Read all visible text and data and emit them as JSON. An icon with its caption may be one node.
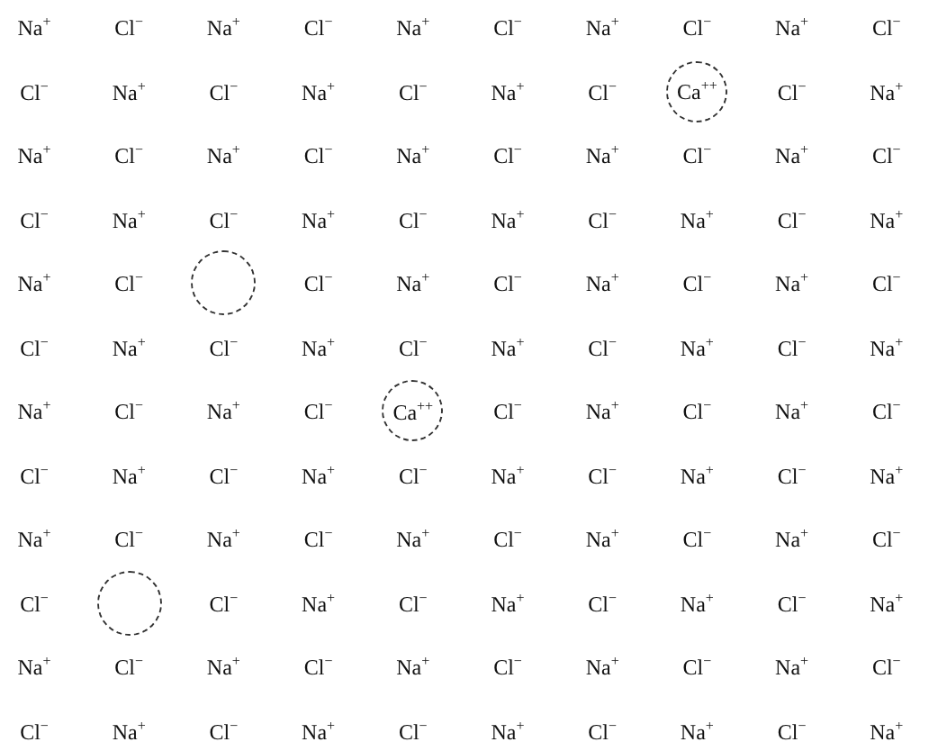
{
  "diagram": {
    "nodes": [
      {
        "text": [
          "Ca$^{++}$"
        ]
      },
      {
        "text": [],
        "shape": "circle"
      },
      {
        "text": [
          "Ca$^{++}$"
        ]
      },
      {
        "text": [],
        "shape": "circle"
      }
    ],
    "edges": [],
    "labels": [
      "Na$^{+}$",
      "Cl$^{−}$",
      "Na$^{+}$",
      "Cl$^{−}$",
      "Na$^{+}$",
      "Cl$^{−}$",
      "Na$^{+}$",
      "Cl$^{−}$",
      "Na$^{+}$",
      "Cl$^{−}$",
      "Cl$^{−}$",
      "Na$^{+}$",
      "Cl$^{−}$",
      "Na$^{+}$",
      "Cl$^{−}$",
      "Na$^{+}$",
      "Cl$^{−}$",
      "Cl$^{−}$",
      "Na$^{+}$",
      "Na$^{+}$",
      "Cl$^{−}$",
      "Na$^{+}$",
      "Cl$^{−}$",
      "Na$^{+}$",
      "Cl$^{−}$",
      "Na$^{+}$",
      "Cl$^{−}$",
      "Na$^{+}$",
      "Cl$^{−}$",
      "Cl$^{−}$",
      "Na$^{+}$",
      "Cl$^{−}$",
      "Na$^{+}$",
      "Cl$^{−}$",
      "Na$^{+}$",
      "Cl$^{−}$",
      "Na$^{+}$",
      "Cl$^{−}$",
      "Na$^{+}$",
      "Na$^{+}$",
      "Cl$^{−}$",
      "Cl$^{−}$",
      "Na$^{+}$",
      "Cl$^{−}$",
      "Na$^{+}$",
      "Cl$^{−}$",
      "Na$^{+}$",
      "Cl$^{−}$",
      "Cl$^{−}$",
      "Na$^{+}$",
      "Cl$^{−}$",
      "Na$^{+}$",
      "Cl$^{−}$",
      "Na$^{+}$",
      "Cl$^{−}$",
      "Na$^{+}$",
      "Cl$^{−}$",
      "Na$^{+}$",
      "Na$^{+}$",
      "Cl$^{−}$",
      "Na$^{+}$",
      "Cl$^{−}$",
      "Cl$^{−}$",
      "Na$^{+}$",
      "Cl$^{−}$",
      "Na$^{+}$",
      "Cl$^{−}$",
      "Cl$^{−}$",
      "Na$^{+}$",
      "Cl$^{−}$",
      "Na$^{+}$",
      "Cl$^{−}$",
      "Na$^{+}$",
      "Cl$^{−}$",
      "Na$^{+}$",
      "Cl$^{−}$",
      "Na$^{+}$",
      "Na$^{+}$",
      "Cl$^{−}$",
      "Na$^{+}$",
      "Cl$^{−}$",
      "Na$^{+}$",
      "Cl$^{−}$",
      "Na$^{+}$",
      "Cl$^{−}$",
      "Na$^{+}$",
      "Cl$^{−}$",
      "Cl$^{−}$",
      "Cl$^{−}$",
      "Na$^{+}$",
      "Cl$^{−}$",
      "Na$^{+}$",
      "Cl$^{−}$",
      "Na$^{+}$",
      "Cl$^{−}$",
      "Na$^{+}$",
      "Na$^{+}$",
      "Cl$^{−}$",
      "Na$^{+}$",
      "Cl$^{−}$",
      "Na$^{+}$",
      "Cl$^{−}$",
      "Na$^{+}$",
      "Cl$^{−}$",
      "Na$^{+}$",
      "Cl$^{−}$",
      "Cl$^{−}$",
      "Na$^{+}$",
      "Cl$^{−}$",
      "Na$^{+}$",
      "Cl$^{−}$",
      "Na$^{+}$",
      "Cl$^{−}$",
      "Na$^{+}$",
      "Cl$^{−}$",
      "Na$^{+}$"
    ]
  }
}
